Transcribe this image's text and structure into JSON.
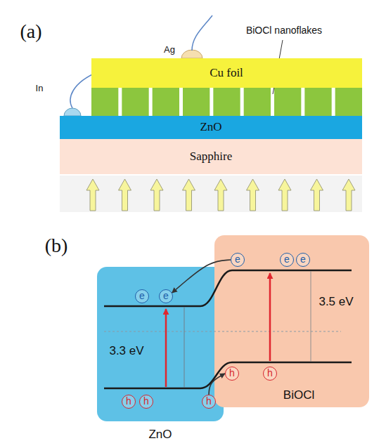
{
  "diagram": {
    "nodes": [
      {
        "text": [
          "Cu foil"
        ]
      },
      {
        "text": [
          "ZnO"
        ]
      },
      {
        "text": [
          "Sapphire"
        ]
      },
      {
        "text": [
          "3.3 eV",
          "ZnO"
        ]
      },
      {
        "text": [
          "e"
        ],
        "in": 3
      },
      {
        "text": [
          "e"
        ],
        "in": 3
      },
      {
        "text": [
          "h"
        ],
        "in": 3
      },
      {
        "text": [
          "h"
        ],
        "in": 3
      },
      {
        "text": [
          "h"
        ],
        "in": 3
      },
      {
        "text": [
          "3.5 eV",
          "BiOCl"
        ]
      },
      {
        "text": [
          "e"
        ],
        "in": 9
      },
      {
        "text": [
          "e"
        ],
        "in": 9
      },
      {
        "text": [
          "e"
        ],
        "in": 9
      },
      {
        "text": [
          "h"
        ],
        "in": 9
      },
      {
        "text": [
          "h"
        ],
        "in": 9
      }
    ],
    "edges": [
      {
        "from": 10,
        "to": 5,
        "arrow": "to"
      },
      {
        "from": 8,
        "to": 13,
        "arrow": "to"
      }
    ],
    "labels": [
      "(a)",
      "Ag",
      "In",
      "BiOCl nanoflakes",
      "(b)"
    ]
  }
}
